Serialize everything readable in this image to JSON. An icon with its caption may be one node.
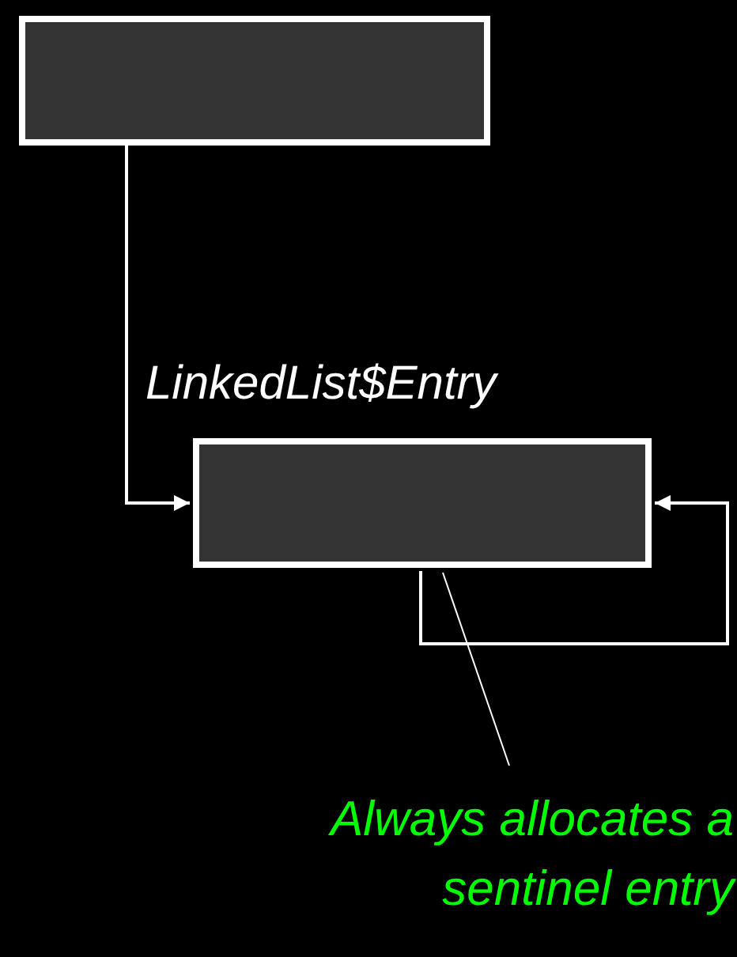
{
  "diagram": {
    "nodes": [
      {
        "text": [],
        "shape": "box"
      },
      {
        "text": [
          "LinkedList$Entry"
        ]
      },
      {
        "text": [
          "Always allocates a sentinel entry"
        ]
      }
    ],
    "edges": [
      {
        "from": 0,
        "to": 1,
        "arrow": "to"
      },
      {
        "from": 1,
        "to": 1,
        "arrow": "to"
      },
      {
        "from": 2,
        "to": 1,
        "arrow": "none"
      }
    ]
  }
}
